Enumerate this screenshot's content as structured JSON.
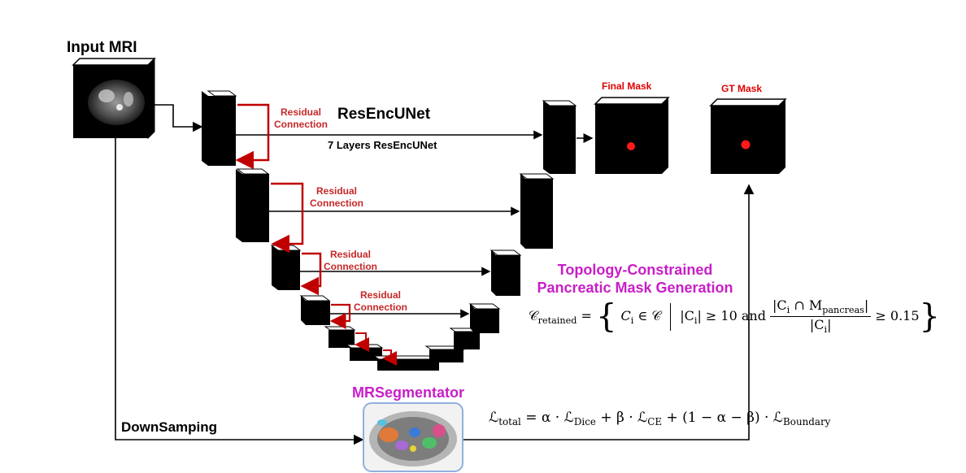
{
  "input": {
    "title": "Input MRI"
  },
  "network": {
    "name": "ResEncUNet",
    "subtitle": "7 Layers ResEncUNet",
    "residual_labels": [
      [
        "Residual",
        "Connection"
      ],
      [
        "Residual",
        "Connection"
      ],
      [
        "Residual",
        "Connection"
      ],
      [
        "Residual",
        "Connection"
      ]
    ]
  },
  "outputs": {
    "final_mask": "Final Mask",
    "gt_mask": "GT Mask"
  },
  "topology": {
    "title_line1": "Topology-Constrained",
    "title_line2": "Pancreatic Mask Generation",
    "formula_lhs": "𝒞",
    "formula_lhs_sub": "retained",
    "formula_set": "C",
    "formula_set_sub": "i",
    "formula_in": "∈ 𝒞",
    "formula_cond1": "|C",
    "formula_cond1_sub": "i",
    "formula_cond1_rest": "| ≥ 10 and",
    "formula_num": "|C",
    "formula_num_sub": "i",
    "formula_num_mid": " ∩ M",
    "formula_num_sub2": "pancreas",
    "formula_num_end": "|",
    "formula_den": "|C",
    "formula_den_sub": "i",
    "formula_den_end": "|",
    "formula_tail": "≥ 0.15"
  },
  "segmentator": {
    "name": "MRSegmentator"
  },
  "downsampling": {
    "label": "DownSamping"
  },
  "loss": {
    "lhs": "ℒ",
    "lhs_sub": "total",
    "t1": "= α · ℒ",
    "t1_sub": "Dice",
    "t2": "+ β · ℒ",
    "t2_sub": "CE",
    "t3": "+ (1 − α − β) · ℒ",
    "t3_sub": "Boundary"
  },
  "colors": {
    "residual": "#c62828",
    "mask_label": "#e00000",
    "mask_blob": "#ff1a1a",
    "magenta": "#c81ec8",
    "block": "#000000"
  }
}
